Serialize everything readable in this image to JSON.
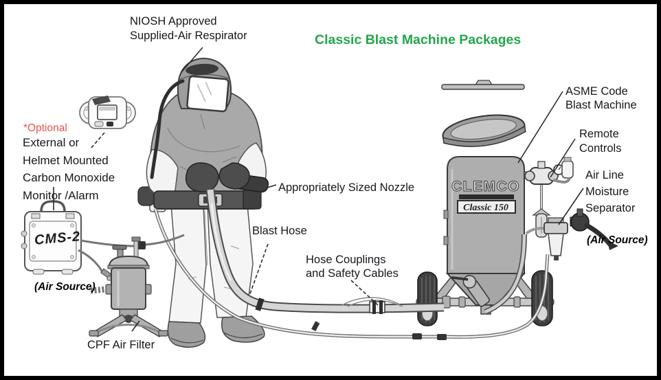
{
  "title": "Classic Blast Machine Packages",
  "colors": {
    "title_green": "#23A64B",
    "optional_red": "#E8544B",
    "label_text": "#17171d",
    "illustration_gray": "#ababab"
  },
  "labels": {
    "respirator": {
      "line1": "NIOSH Approved",
      "line2": "Supplied-Air Respirator"
    },
    "optional_note": {
      "prefix": "*Optional",
      "line1": "External or",
      "line2": "Helmet Mounted",
      "line3": "Carbon Monoxide",
      "line4": "Monitor /Alarm"
    },
    "cms2_device": "CMS-2",
    "air_source_left": "(Air Source)",
    "cpf_filter": "CPF Air Filter",
    "nozzle": "Appropriately Sized Nozzle",
    "blast_hose": "Blast Hose",
    "couplings": {
      "line1": "Hose Couplings",
      "line2": "and Safety Cables"
    },
    "blast_machine": {
      "line1": "ASME Code",
      "line2": "Blast Machine"
    },
    "remote_controls": {
      "line1": "Remote",
      "line2": "Controls"
    },
    "moisture_separator": {
      "line1": "Air Line",
      "line2": "Moisture",
      "line3": "Separator"
    },
    "air_source_right": "(Air Source)",
    "machine": {
      "brand": "CLEMCO",
      "model": "Classic 150"
    }
  }
}
